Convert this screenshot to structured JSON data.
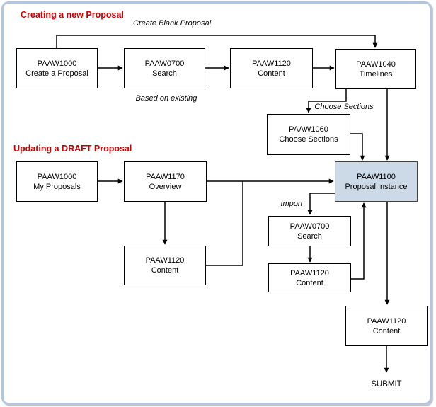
{
  "colors": {
    "title_red": "#cc0000",
    "node_border": "#000000",
    "node_fill": "#ffffff",
    "highlight_fill": "#ccd9e6",
    "highlight_border": "#404040",
    "frame_border": "#b3c6df",
    "connector": "#000000"
  },
  "sections": {
    "creating": "Creating a new Proposal",
    "updating": "Updating a DRAFT Proposal"
  },
  "edge_labels": {
    "create_blank": "Create Blank Proposal",
    "based_on_existing": "Based on existing",
    "choose_sections": "Choose Sections",
    "import": "Import"
  },
  "terminal": {
    "submit": "SUBMIT"
  },
  "nodes": {
    "create_proposal": {
      "code": "PAAW1000",
      "label": "Create a Proposal"
    },
    "search_new": {
      "code": "PAAW0700",
      "label": "Search"
    },
    "content_new": {
      "code": "PAAW1120",
      "label": "Content"
    },
    "timelines": {
      "code": "PAAW1040",
      "label": "Timelines"
    },
    "choose_sections": {
      "code": "PAAW1060",
      "label": "Choose Sections"
    },
    "proposal_instance": {
      "code": "PAAW1100",
      "label": "Proposal Instance"
    },
    "my_proposals": {
      "code": "PAAW1000",
      "label": "My Proposals"
    },
    "overview": {
      "code": "PAAW1170",
      "label": "Overview"
    },
    "content_draft": {
      "code": "PAAW1120",
      "label": "Content"
    },
    "search_import": {
      "code": "PAAW0700",
      "label": "Search"
    },
    "content_import": {
      "code": "PAAW1120",
      "label": "Content"
    },
    "content_final": {
      "code": "PAAW1120",
      "label": "Content"
    }
  }
}
